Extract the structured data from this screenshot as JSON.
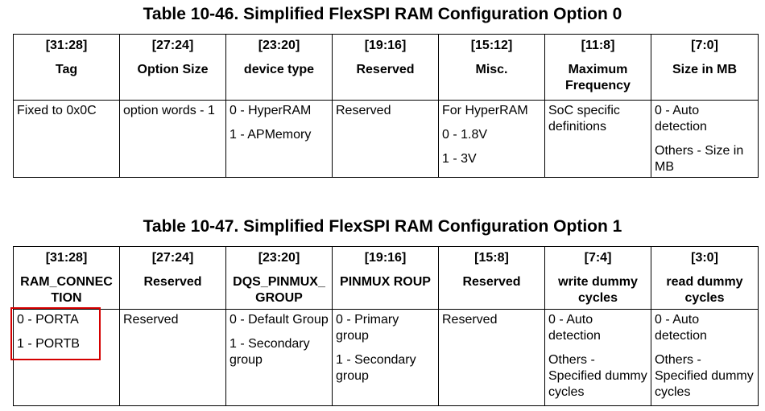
{
  "table1": {
    "title": "Table 10-46.   Simplified FlexSPI RAM Configuration Option 0",
    "headers": [
      {
        "bits": "[31:28]",
        "name": "Tag"
      },
      {
        "bits": "[27:24]",
        "name": "Option Size"
      },
      {
        "bits": "[23:20]",
        "name": "device type"
      },
      {
        "bits": "[19:16]",
        "name": "Reserved"
      },
      {
        "bits": "[15:12]",
        "name": "Misc."
      },
      {
        "bits": "[11:8]",
        "name": "Maximum Frequency"
      },
      {
        "bits": "[7:0]",
        "name": "Size in MB"
      }
    ],
    "cells": [
      [
        "Fixed to 0x0C"
      ],
      [
        "option words - 1"
      ],
      [
        "0 - HyperRAM",
        "1 - APMemory"
      ],
      [
        "Reserved"
      ],
      [
        "For HyperRAM",
        "0 - 1.8V",
        "1 - 3V"
      ],
      [
        "SoC specific definitions"
      ],
      [
        "0 - Auto detection",
        "Others - Size in MB"
      ]
    ]
  },
  "table2": {
    "title": "Table 10-47.   Simplified FlexSPI RAM Configuration Option 1",
    "headers": [
      {
        "bits": "[31:28]",
        "name": "RAM_CONNEC TION"
      },
      {
        "bits": "[27:24]",
        "name": "Reserved"
      },
      {
        "bits": "[23:20]",
        "name": "DQS_PINMUX_ GROUP"
      },
      {
        "bits": "[19:16]",
        "name": "PINMUX ROUP"
      },
      {
        "bits": "[15:8]",
        "name": "Reserved"
      },
      {
        "bits": "[7:4]",
        "name": "write dummy cycles"
      },
      {
        "bits": "[3:0]",
        "name": "read dummy cycles"
      }
    ],
    "cells": [
      [
        "0 - PORTA",
        "1 - PORTB"
      ],
      [
        "Reserved"
      ],
      [
        "0 - Default Group",
        "1 - Secondary group"
      ],
      [
        "0 - Primary group",
        "1 - Secondary group"
      ],
      [
        "Reserved"
      ],
      [
        "0 - Auto detection",
        "Others - Specified dummy cycles"
      ],
      [
        "0 - Auto detection",
        "Others - Specified dummy cycles"
      ]
    ]
  },
  "highlight_color": "#d40000"
}
